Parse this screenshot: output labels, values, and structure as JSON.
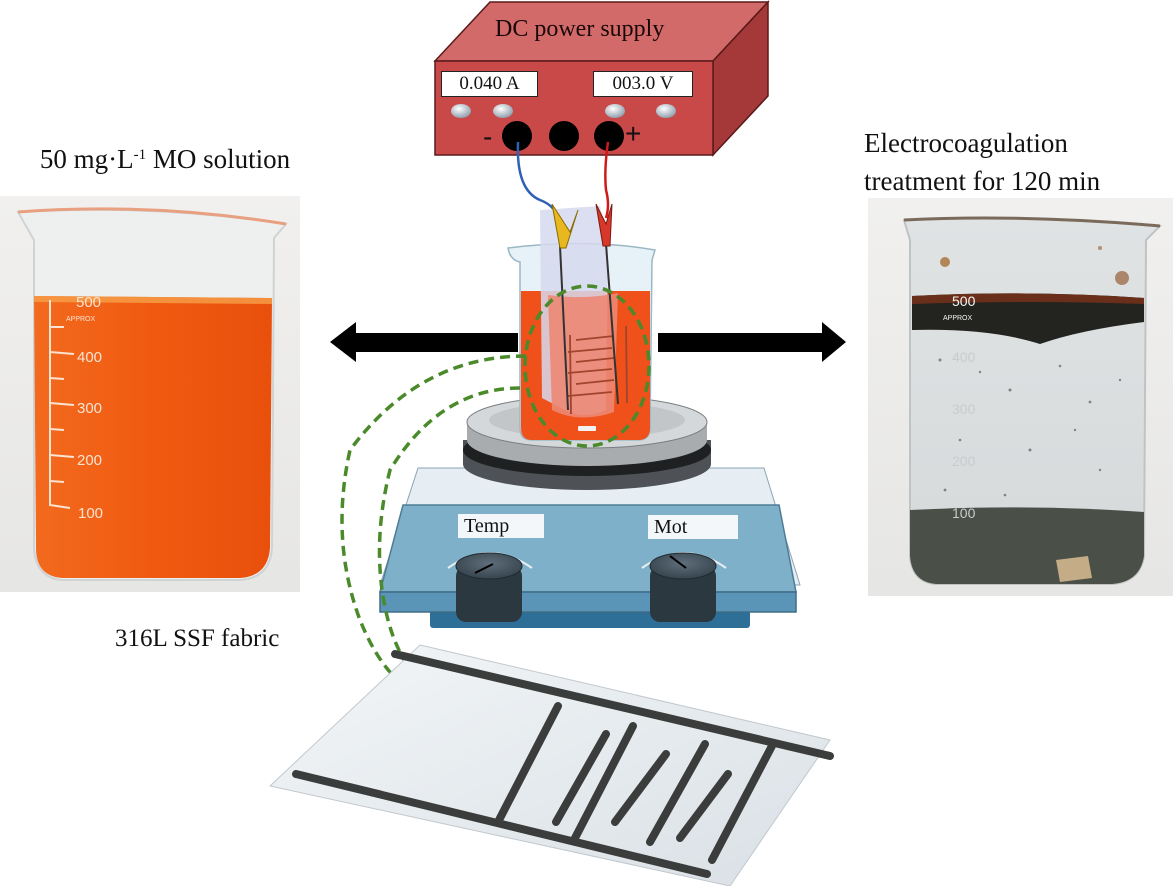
{
  "figure": {
    "left_panel": {
      "label_prefix": "50 mg·L",
      "label_superscript": "-1",
      "label_suffix": " MO solution",
      "beaker_markings": [
        "500",
        "APPROX",
        "400",
        "300",
        "200",
        "100"
      ],
      "liquid_color": "#f0560e"
    },
    "right_panel": {
      "label_line1": "Electrocoagulation",
      "label_line2": "treatment for 120 min",
      "beaker_markings": [
        "500",
        "APPROX",
        "400",
        "300",
        "200",
        "100"
      ],
      "sludge_color": "#2a2e28"
    },
    "power_supply": {
      "title": "DC power supply",
      "current_readout": "0.040 A",
      "voltage_readout": "003.0 V",
      "negative_terminal": "-",
      "positive_terminal": "+",
      "body_color": "#c44a4a"
    },
    "stirrer": {
      "temp_label": "Temp",
      "motor_label": "Mot",
      "body_color": "#7fb0c9"
    },
    "fabric": {
      "label": "316L SSF fabric"
    },
    "colors": {
      "dashed_callout": "#4a8a2a",
      "arrows": "#000000",
      "solution": "#f0501a"
    }
  }
}
